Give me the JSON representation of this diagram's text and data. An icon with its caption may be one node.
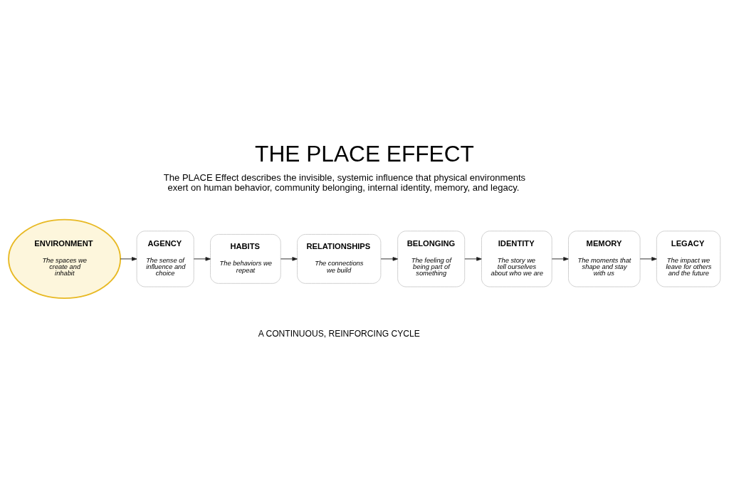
{
  "diagram": {
    "title": "THE PLACE EFFECT",
    "nodes": [
      {
        "text": [
          "ENVIRONMENT",
          "The spaces we create and inhabit"
        ]
      },
      {
        "text": [
          "AGENCY",
          "The sense of influence and choice"
        ]
      },
      {
        "text": [
          "HABITS",
          "The behaviors we repeat"
        ]
      },
      {
        "text": [
          "RELATIONSHIPS",
          "The connections we build"
        ]
      },
      {
        "text": [
          "BELONGING",
          "The feeling of being part of something"
        ]
      },
      {
        "text": [
          "IDENTITY",
          "The story we tell ourselves about who we are"
        ]
      },
      {
        "text": [
          "MEMORY",
          "The moments that shape and stay with us"
        ]
      },
      {
        "text": [
          "LEGACY",
          "The impact we leave for others and the future"
        ]
      }
    ],
    "edges": [
      {
        "from": 0,
        "to": 1,
        "arrow": "to"
      },
      {
        "from": 1,
        "to": 2,
        "arrow": "to"
      },
      {
        "from": 2,
        "to": 3,
        "arrow": "to"
      },
      {
        "from": 3,
        "to": 4,
        "arrow": "to"
      },
      {
        "from": 4,
        "to": 5,
        "arrow": "to"
      },
      {
        "from": 5,
        "to": 6,
        "arrow": "to"
      },
      {
        "from": 6,
        "to": 7,
        "arrow": "to"
      }
    ],
    "labels": [
      "The PLACE Effect describes the invisible, systemic influence that physical environments exert on human behavior, community belonging, internal identity, memory, and legacy.",
      "A CONTINUOUS, REINFORCING CYCLE"
    ]
  }
}
